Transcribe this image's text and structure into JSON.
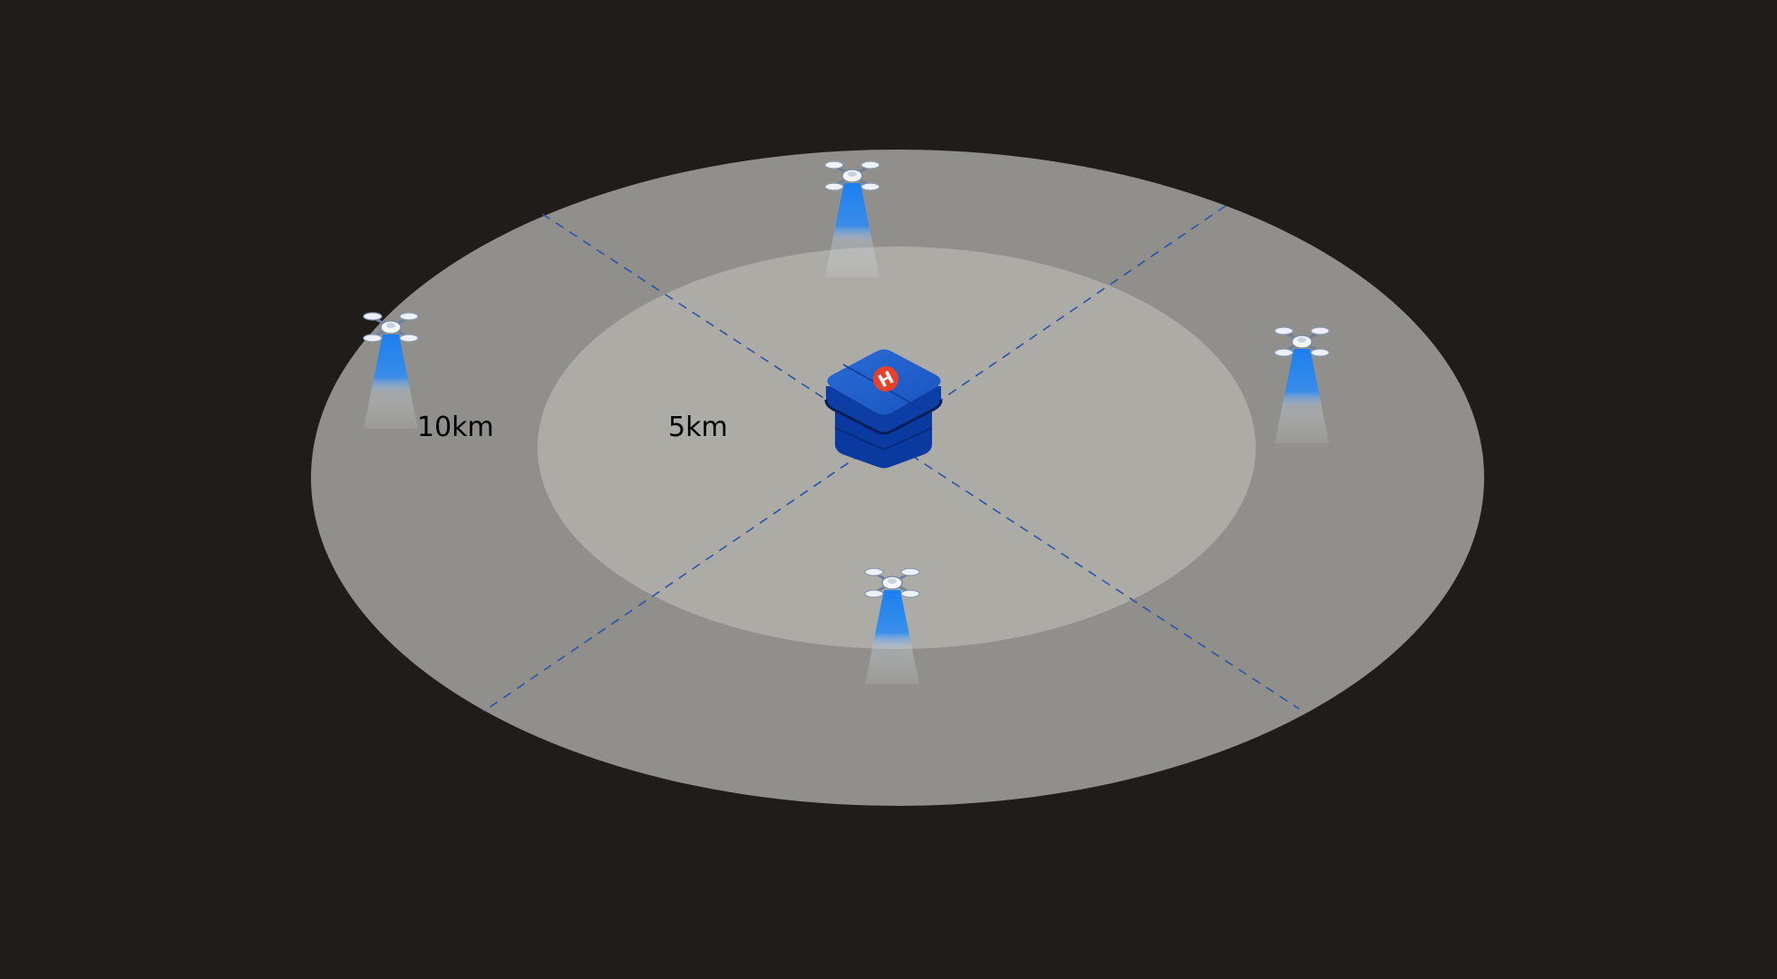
{
  "labels": {
    "outer_range": "10km",
    "inner_range": "5km"
  },
  "dock": {
    "icon": "drone-dock-icon",
    "badge_text": "H"
  },
  "drone": {
    "icon": "quadcopter-drone-icon",
    "count": 4
  },
  "colors": {
    "background": "#201c1a",
    "outer_zone": "#908f8b",
    "inner_zone": "#acaba6",
    "dock_top": "#1f5ec8",
    "dock_side": "#0a3aa0",
    "dock_badge": "#e8402a",
    "beam": "#1a7ff0",
    "divider_line": "#2a55a8"
  }
}
